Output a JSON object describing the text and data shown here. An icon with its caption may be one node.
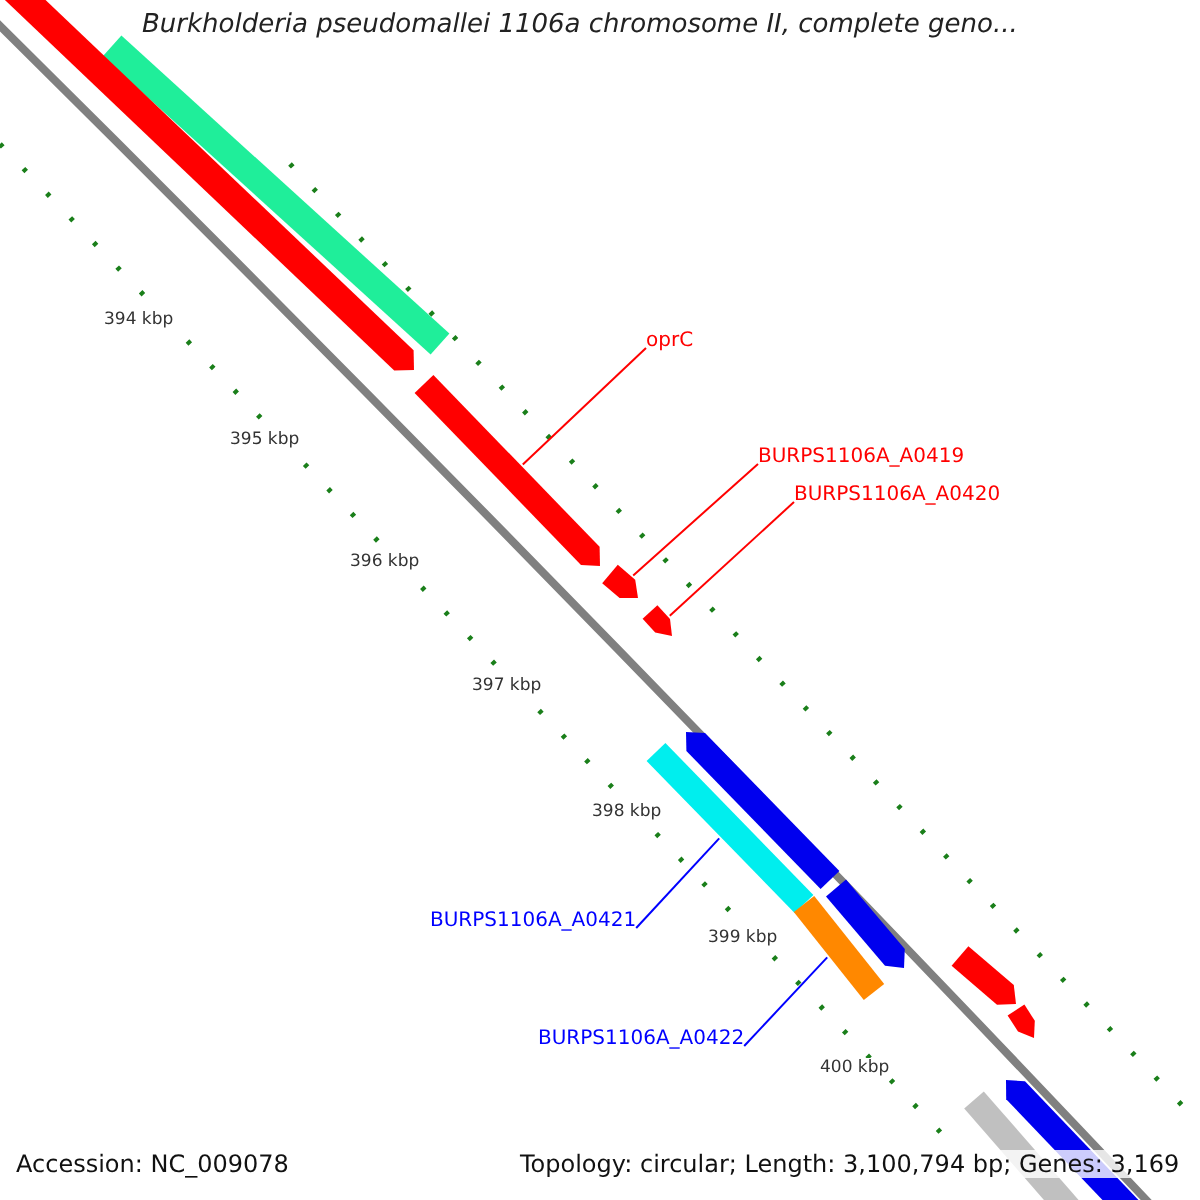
{
  "diagram": {
    "title": "Burkholderia pseudomallei 1106a chromosome II, complete geno...",
    "nodes": [
      {
        "text": [
          "oprC"
        ]
      },
      {
        "text": [
          "BURPS1106A_A0419"
        ]
      },
      {
        "text": [
          "BURPS1106A_A0420"
        ]
      },
      {
        "text": [
          "BURPS1106A_A0421"
        ]
      },
      {
        "text": [
          "BURPS1106A_A0422"
        ]
      },
      {
        "text": [],
        "shape": "bar"
      },
      {
        "text": [],
        "shape": "arrow"
      },
      {
        "text": [],
        "shape": "arrow"
      },
      {
        "text": [],
        "shape": "arrow"
      },
      {
        "text": [],
        "shape": "arrow"
      },
      {
        "text": [],
        "shape": "arrow"
      },
      {
        "text": [],
        "shape": "bar"
      },
      {
        "text": [],
        "shape": "arrow"
      },
      {
        "text": [],
        "shape": "bar"
      },
      {
        "text": [],
        "shape": "arrow"
      },
      {
        "text": [],
        "shape": "arrow"
      },
      {
        "text": [],
        "shape": "arrow"
      },
      {
        "text": [],
        "shape": "bar"
      }
    ],
    "edges": [
      {
        "from": 0,
        "to": 7,
        "arrow": "none"
      },
      {
        "from": 1,
        "to": 8,
        "arrow": "none"
      },
      {
        "from": 2,
        "to": 9,
        "arrow": "none"
      },
      {
        "from": 3,
        "to": 11,
        "arrow": "none",
        "color": "#0000ff"
      },
      {
        "from": 4,
        "to": 13,
        "arrow": "none",
        "color": "#0000ff"
      }
    ],
    "labels": [
      "394 kbp",
      "395 kbp",
      "396 kbp",
      "397 kbp",
      "398 kbp",
      "399 kbp",
      "400 kbp",
      "Accession: NC_009078",
      "Topology: circular; Length: 3,100,794 bp; Genes: 3,169"
    ]
  }
}
